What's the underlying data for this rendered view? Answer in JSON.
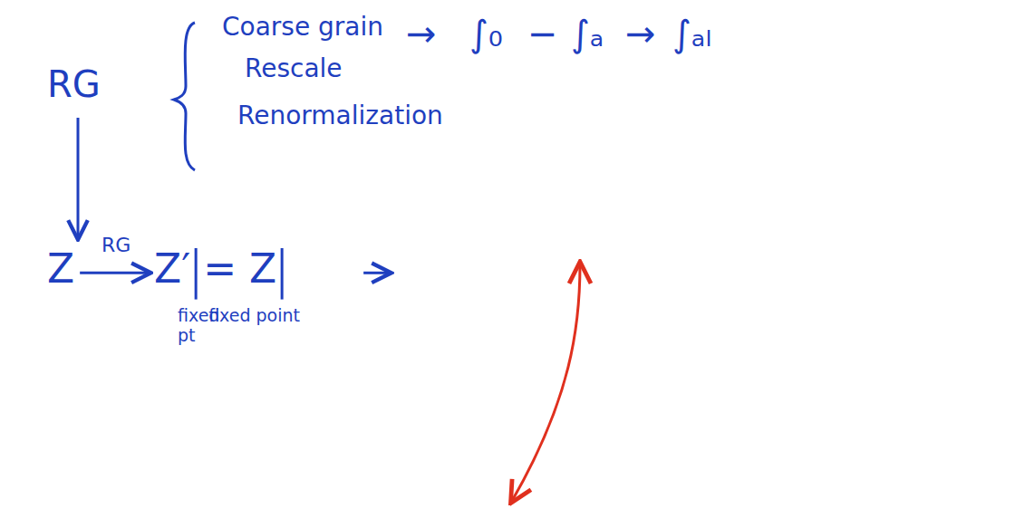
{
  "diagram": {
    "labels": [
      "RG",
      "Coarse grain",
      "Rescale",
      "Renormalization",
      "→",
      "∫₀",
      "−",
      "∫ₐ",
      "→",
      "∫ₐₗ",
      "Z",
      "RG",
      "Z′",
      "= Z",
      "fixed pt",
      "fixed point"
    ]
  }
}
